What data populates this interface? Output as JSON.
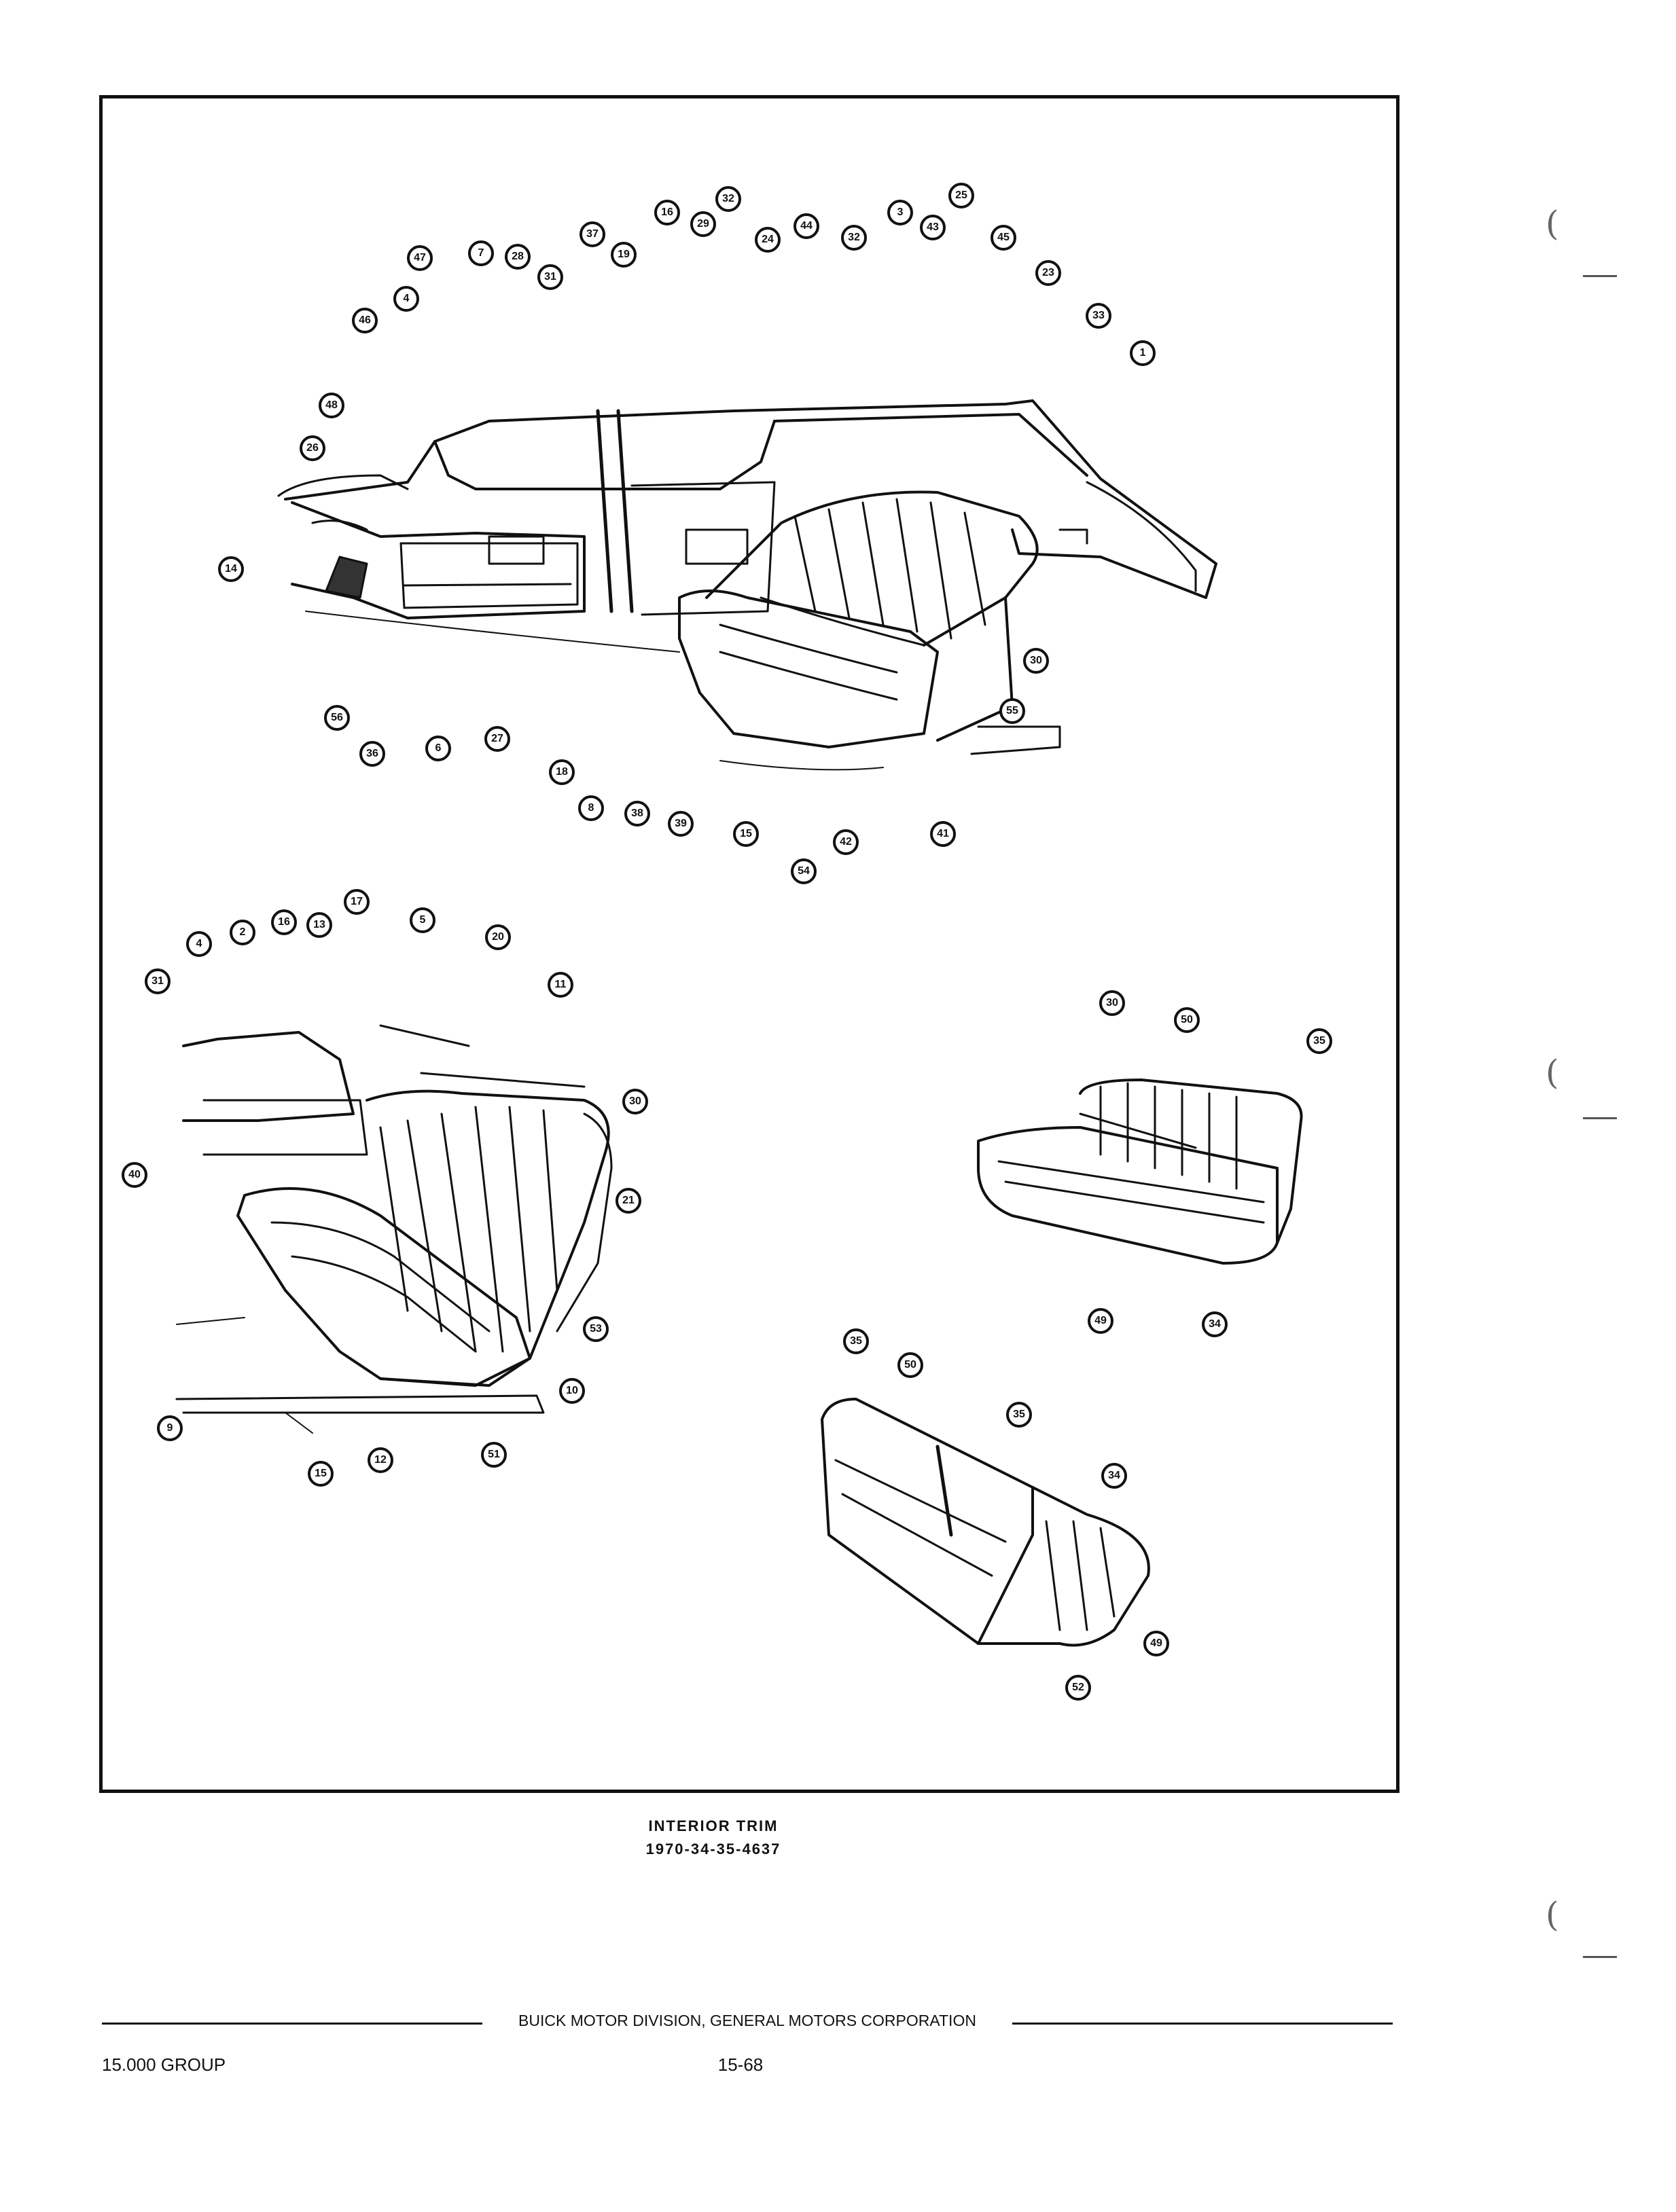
{
  "figure": {
    "caption_title": "INTERIOR TRIM",
    "caption_code": "1970-34-35-4637",
    "callouts": {
      "main": [
        "47",
        "7",
        "28",
        "31",
        "4",
        "46",
        "48",
        "26",
        "14",
        "56",
        "36",
        "6",
        "27",
        "18",
        "37",
        "19",
        "16",
        "29",
        "32",
        "24",
        "44",
        "32",
        "3",
        "43",
        "25",
        "45",
        "23",
        "33",
        "1",
        "30",
        "55",
        "8",
        "38",
        "39",
        "15",
        "42",
        "41",
        "54"
      ],
      "lower_left": [
        "4",
        "31",
        "2",
        "16",
        "13",
        "17",
        "5",
        "20",
        "11",
        "40",
        "30",
        "21",
        "53",
        "9",
        "10",
        "12",
        "15",
        "51"
      ],
      "seat_front": [
        "30",
        "50",
        "35",
        "49",
        "34"
      ],
      "seat_rear": [
        "35",
        "50",
        "35",
        "34",
        "49",
        "52"
      ]
    }
  },
  "footer": {
    "publisher": "BUICK MOTOR DIVISION, GENERAL MOTORS CORPORATION",
    "group": "15.000 GROUP",
    "page": "15-68"
  }
}
